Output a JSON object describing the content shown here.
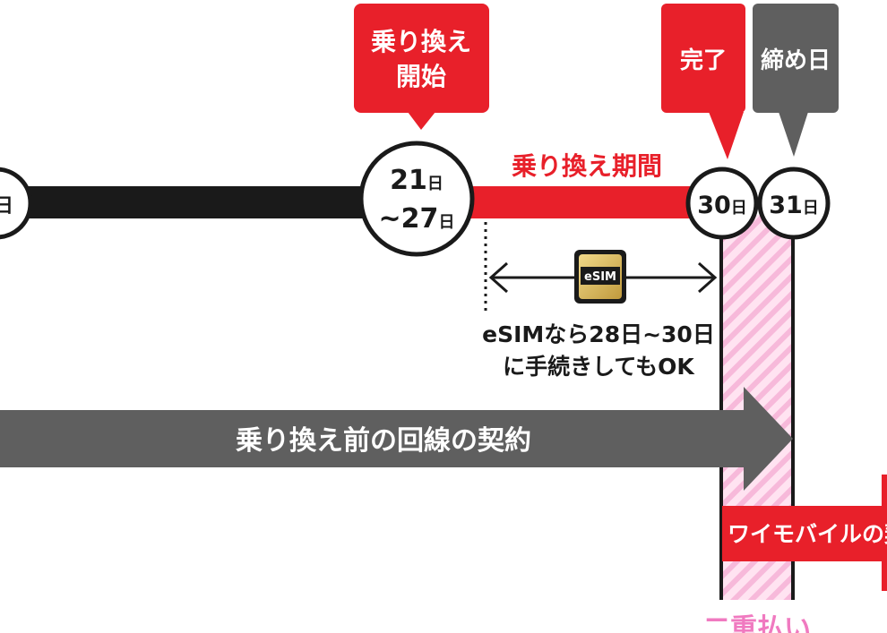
{
  "callouts": {
    "start_line1": "乗り換え",
    "start_line2": "開始",
    "done": "完了",
    "deadline": "締め日"
  },
  "period_label": "乗り換え期間",
  "nodes": {
    "left_partial": "日",
    "n2127_a": "21",
    "n2127_a_unit": "日",
    "n2127_b": "~27",
    "n2127_b_unit": "日",
    "n30": "30",
    "n30_unit": "日",
    "n31": "31",
    "n31_unit": "日"
  },
  "esim": {
    "chip_label": "eSIM",
    "note_line1": "eSIMなら28日~30日",
    "note_line2": "に手続きしてもOK"
  },
  "old_contract_label": "乗り換え前の回線の契約",
  "new_contract_label": "ワイモバイルの契",
  "double_pay_label": "二重払い",
  "colors": {
    "red": "#e8202a",
    "black": "#1a1a1a",
    "gray": "#5f5f5f",
    "pink": "#f5b8d8",
    "pink_text": "#f07ac0",
    "gold": "#d9b65a"
  }
}
